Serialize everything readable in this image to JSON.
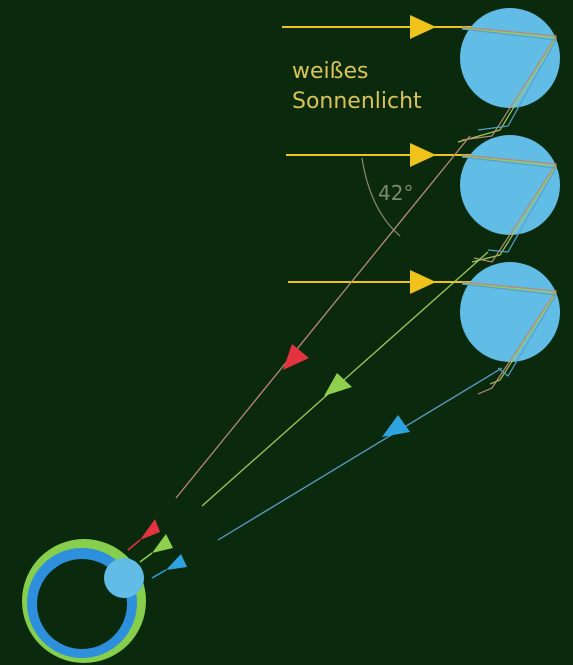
{
  "caption": {
    "line1": "weißes",
    "line2": "Sonnenlicht"
  },
  "angle_label": "42°",
  "colors": {
    "background": "#0b2a0d",
    "sunlight": "#f0c21c",
    "droplet": "#62bde6",
    "red": "#e2333f",
    "green": "#8fd14f",
    "blue": "#2ea3df",
    "ray_red": "#b98a78",
    "ray_green": "#9acb5a",
    "ray_blue": "#5a9fc9",
    "text": "#d9c25a",
    "angle_arc": "#8a8a6a",
    "eye_outer": "#86cf4c",
    "eye_iris": "#2e8fdc",
    "eye_pupil": "#0b2a0d"
  },
  "icons": {
    "raindrop": "raindrop-icon",
    "eye": "eye-icon",
    "arrow": "arrowhead-icon"
  }
}
